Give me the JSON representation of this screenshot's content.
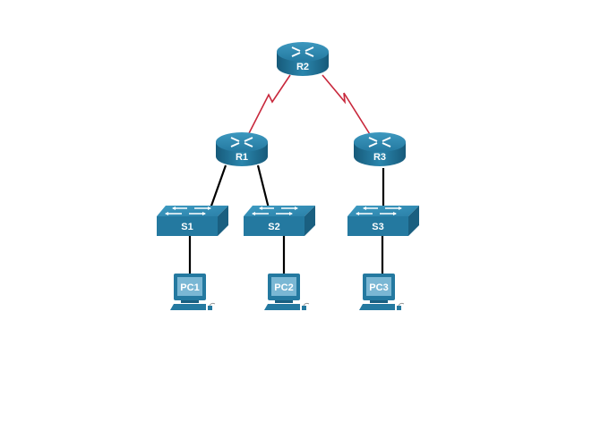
{
  "diagram": {
    "title": "Network Topology",
    "colors": {
      "device_dark": "#1a5f80",
      "device_mid": "#2582a8",
      "device_light": "#4aa3c8",
      "serial_link": "#c8283c",
      "ethernet_link": "#000000",
      "screen": "#7ab7d4"
    },
    "devices": [
      {
        "id": "R2",
        "type": "router",
        "label": "R2"
      },
      {
        "id": "R1",
        "type": "router",
        "label": "R1"
      },
      {
        "id": "R3",
        "type": "router",
        "label": "R3"
      },
      {
        "id": "S1",
        "type": "switch",
        "label": "S1"
      },
      {
        "id": "S2",
        "type": "switch",
        "label": "S2"
      },
      {
        "id": "S3",
        "type": "switch",
        "label": "S3"
      },
      {
        "id": "PC1",
        "type": "pc",
        "label": "PC1"
      },
      {
        "id": "PC2",
        "type": "pc",
        "label": "PC2"
      },
      {
        "id": "PC3",
        "type": "pc",
        "label": "PC3"
      }
    ],
    "links": [
      {
        "from": "R2",
        "to": "R1",
        "type": "serial"
      },
      {
        "from": "R2",
        "to": "R3",
        "type": "serial"
      },
      {
        "from": "R1",
        "to": "S1",
        "type": "ethernet"
      },
      {
        "from": "R1",
        "to": "S2",
        "type": "ethernet"
      },
      {
        "from": "R3",
        "to": "S3",
        "type": "ethernet"
      },
      {
        "from": "S1",
        "to": "PC1",
        "type": "ethernet"
      },
      {
        "from": "S2",
        "to": "PC2",
        "type": "ethernet"
      },
      {
        "from": "S3",
        "to": "PC3",
        "type": "ethernet"
      }
    ]
  }
}
